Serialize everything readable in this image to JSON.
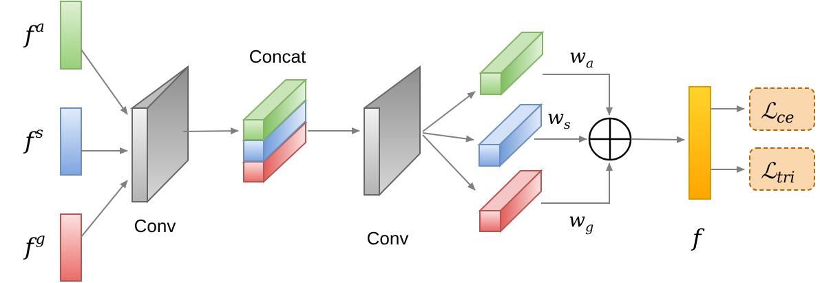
{
  "inputs": {
    "fa": {
      "base": "f",
      "sup": "a"
    },
    "fs": {
      "base": "f",
      "sup": "s"
    },
    "fg": {
      "base": "f",
      "sup": "g"
    }
  },
  "labels": {
    "conv1": "Conv",
    "concat": "Concat",
    "conv2": "Conv"
  },
  "weights": {
    "wa": {
      "base": "w",
      "sub": "a"
    },
    "ws": {
      "base": "w",
      "sub": "s"
    },
    "wg": {
      "base": "w",
      "sub": "g"
    }
  },
  "output": {
    "feature": "f"
  },
  "losses": {
    "ce": {
      "base": "ℒ",
      "sub": "ce"
    },
    "tri": {
      "base": "ℒ",
      "sub": "tri"
    }
  },
  "colors": {
    "green_fill": "#b9dca4",
    "green_stroke": "#82b366",
    "blue_fill": "#bcd4f2",
    "blue_stroke": "#6c8ebf",
    "red_fill": "#f0a5a5",
    "red_stroke": "#b85450",
    "gray_fill": "#d0d0d0",
    "gray_stroke": "#666666",
    "gold_fill": "#ffbf1a",
    "gold_stroke": "#d79b00",
    "loss_fill": "#fad7ac",
    "loss_stroke": "#b46504",
    "arrow": "#808080"
  }
}
